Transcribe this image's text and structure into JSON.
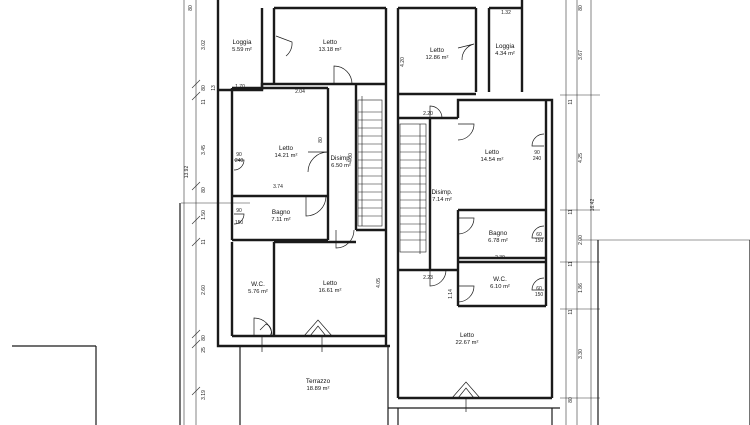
{
  "rooms": [
    {
      "id": "loggia-left",
      "name": "Loggia",
      "area": "5.59 m²"
    },
    {
      "id": "letto-top-left",
      "name": "Letto",
      "area": "13.18 m²"
    },
    {
      "id": "letto-top-right",
      "name": "Letto",
      "area": "12.86 m²"
    },
    {
      "id": "loggia-right",
      "name": "Loggia",
      "area": "4.34 m²"
    },
    {
      "id": "letto-mid-left",
      "name": "Letto",
      "area": "14.21 m²"
    },
    {
      "id": "disimp-left",
      "name": "Disimp.",
      "area": "6.50 m²"
    },
    {
      "id": "disimp-right",
      "name": "Disimp.",
      "area": "7.14 m²"
    },
    {
      "id": "letto-mid-right",
      "name": "Letto",
      "area": "14.54 m²"
    },
    {
      "id": "bagno-left",
      "name": "Bagno",
      "area": "7.11 m²"
    },
    {
      "id": "bagno-right",
      "name": "Bagno",
      "area": "6.78 m²"
    },
    {
      "id": "wc-left",
      "name": "W.C.",
      "area": "5.76 m²"
    },
    {
      "id": "letto-low-left",
      "name": "Letto",
      "area": "16.61 m²"
    },
    {
      "id": "wc-right",
      "name": "W.C.",
      "area": "6.10 m²"
    },
    {
      "id": "letto-low-right",
      "name": "Letto",
      "area": "22.67 m²"
    },
    {
      "id": "terrazzo",
      "name": "Terrazzo",
      "area": "18.89 m²"
    }
  ],
  "dimensions": {
    "top_right": "1.32",
    "loggia_left_width": "1.70",
    "corridor_top": "2.04",
    "letto_left_width": "3.74",
    "door_220": "2.20",
    "door_223": "2.23",
    "bagno_right_width": "2.39",
    "wc_left_height": "1.14",
    "letto_low_left_height": "4.05",
    "letto_top_right_height": "4.20",
    "disimp_left_vert": "4.00",
    "left_302": "3.02",
    "left_345": "3.45",
    "left_1392": "13.92",
    "left_150": "1.50",
    "left_260": "2.60",
    "left_319": "3.19",
    "right_367": "3.67",
    "right_425": "4.25",
    "right_1642": "16.42",
    "right_200": "2.00",
    "right_186": "1.86",
    "right_330": "3.30",
    "tick_80": "80",
    "tick_11": "11",
    "tick_13": "13",
    "tick_25": "25",
    "win_240": "240",
    "win_150": "150",
    "win_60": "60",
    "win_90": "90"
  }
}
